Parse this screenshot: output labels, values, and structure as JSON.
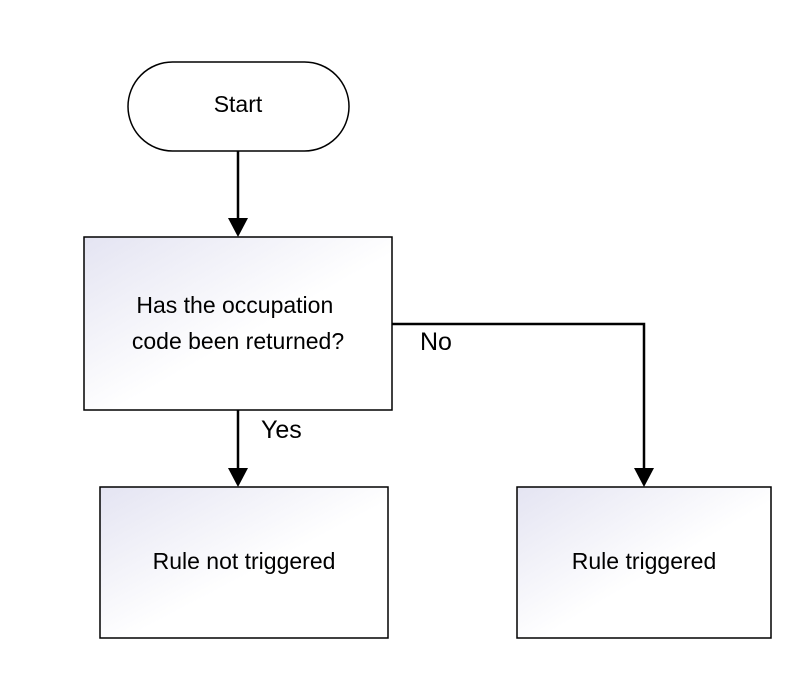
{
  "nodes": {
    "start": {
      "label": "Start"
    },
    "decision": {
      "lines": [
        "Has the occupation",
        "code been returned?"
      ]
    },
    "not_triggered": {
      "label": "Rule not triggered"
    },
    "triggered": {
      "label": "Rule triggered"
    }
  },
  "edges": {
    "yes": {
      "label": "Yes"
    },
    "no": {
      "label": "No"
    }
  },
  "colors": {
    "box_fill_light": "#ffffff",
    "box_fill_tint": "#e4e4f2",
    "stroke": "#000000"
  }
}
